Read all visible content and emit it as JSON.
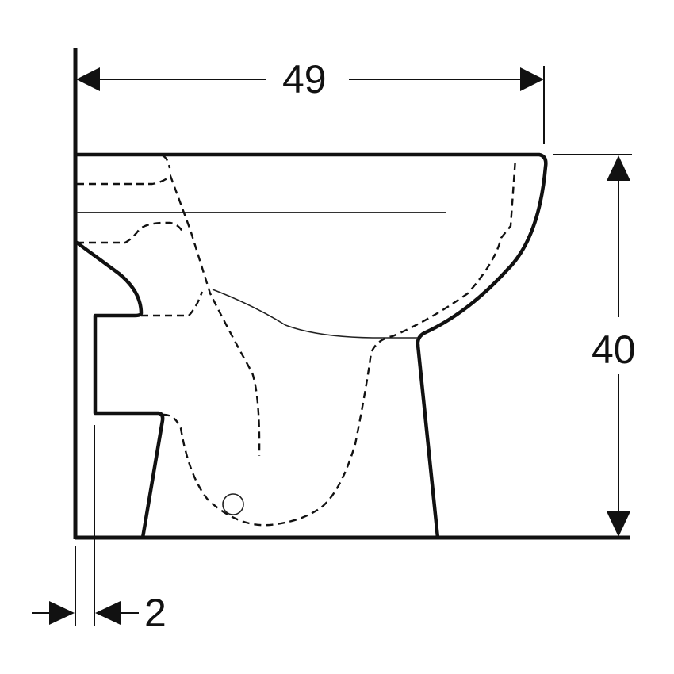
{
  "drawing": {
    "title": "Floor-standing WC side view dimension drawing",
    "colors": {
      "line": "#111111",
      "background": "#ffffff"
    },
    "dimensions": {
      "width": {
        "value": "49",
        "orientation": "horizontal",
        "span": "wall to front of bowl"
      },
      "height": {
        "value": "40",
        "orientation": "vertical",
        "span": "floor to bowl rim"
      },
      "wall_gap": {
        "value": "2",
        "orientation": "horizontal",
        "span": "wall to back of pedestal"
      }
    }
  }
}
